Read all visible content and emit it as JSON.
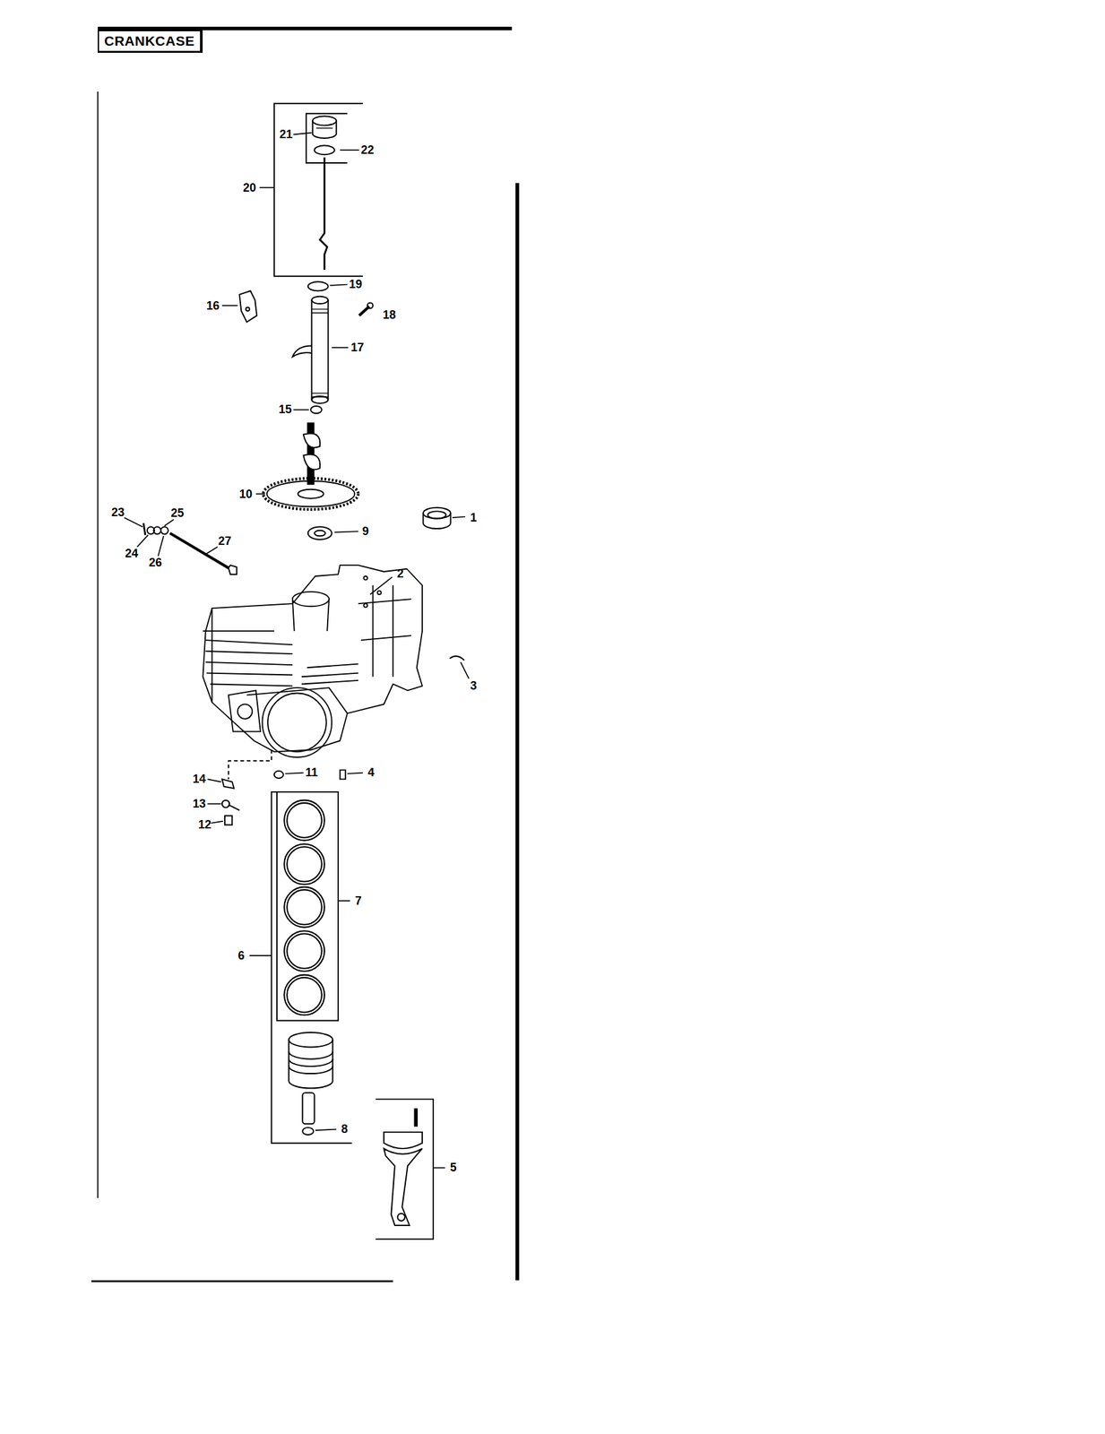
{
  "diagram": {
    "title": "CRANKCASE",
    "labels": [
      "21",
      "22",
      "20",
      "19",
      "16",
      "18",
      "17",
      "15",
      "10",
      "23",
      "25",
      "1",
      "9",
      "27",
      "24",
      "26",
      "2",
      "3",
      "14",
      "11",
      "4",
      "13",
      "12",
      "7",
      "6",
      "8",
      "5"
    ]
  }
}
